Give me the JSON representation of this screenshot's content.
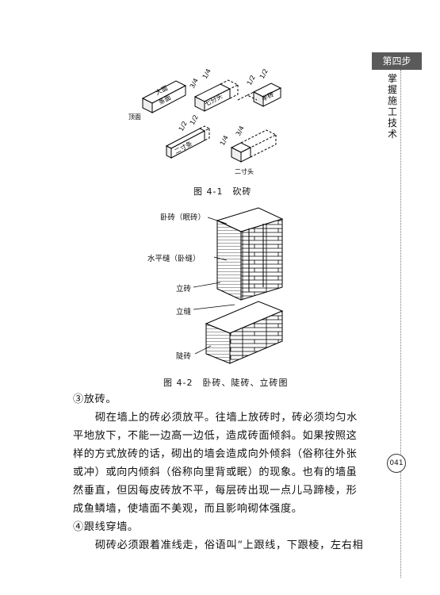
{
  "sidebar": {
    "step": "第四步",
    "title_chars": [
      "掌",
      "握",
      "施",
      "工",
      "技",
      "术"
    ],
    "page_number": "041"
  },
  "fig1": {
    "caption": "图 4-1　砍砖",
    "brick_labels": {
      "top_face": "大面",
      "side_face": "条面",
      "end_face": "顶面",
      "qifentou": "七分头",
      "banzhuan": "半砖",
      "erchengtiao": "二寸条",
      "ercuntou": "二寸头"
    },
    "fractions": {
      "a1": "3/4",
      "a2": "1/4",
      "b1": "1/2",
      "b2": "1/2",
      "c1": "1/2",
      "c2": "1/2",
      "d1": "1/4",
      "d2": "3/4"
    }
  },
  "fig2": {
    "caption": "图 4-2　卧砖、陡砖、立砖图",
    "labels": {
      "wozhuan": "卧砖（眠砖）",
      "shuipingfeng": "水平缝（卧缝）",
      "lizhuan": "立砖",
      "lifeng": "立缝",
      "douzhuan": "陡砖"
    }
  },
  "text": {
    "p1": "③放砖。",
    "p2": "砌在墙上的砖必须放平。往墙上放砖时，砖必须均匀水平地放下，不能一边高一边低，造成砖面倾斜。如果按照这样的方式放砖的话，砌出的墙会造成向外倾斜（俗称往外张或冲）或向内倾斜（俗称向里背或眠）的现象。也有的墙虽然垂直，但因每皮砖放不平，每层砖出现一点儿马蹄棱，形成鱼鳞墙，使墙面不美观，而且影响砌体强度。",
    "p3": "④跟线穿墙。",
    "p4": "砌砖必须跟着准线走，俗语叫“上跟线，下跟棱，左右相"
  }
}
